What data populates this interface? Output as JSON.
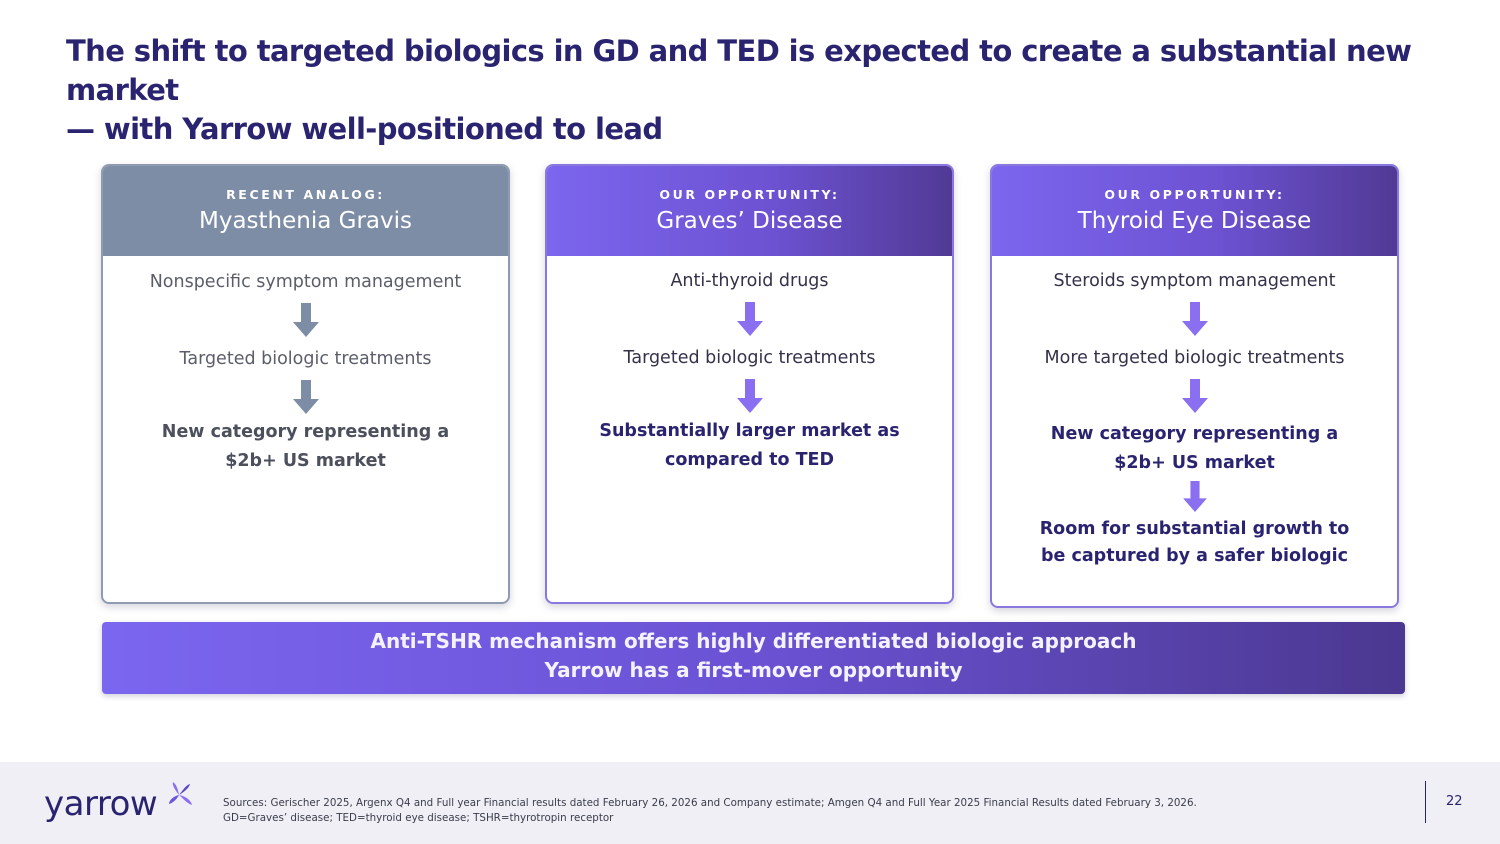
{
  "title": {
    "line1": "The shift to targeted biologics in GD and TED is expected to create a substantial new market",
    "line2": "— with Yarrow well-positioned to lead"
  },
  "cards": [
    {
      "eyebrow": "RECENT ANALOG:",
      "title": "Myasthenia Gravis",
      "steps": [
        "Nonspecific symptom management",
        "Targeted biologic treatments",
        "New category representing a $2b+ US market"
      ]
    },
    {
      "eyebrow": "OUR OPPORTUNITY:",
      "title": "Graves’ Disease",
      "steps": [
        "Anti-thyroid drugs",
        "Targeted biologic treatments",
        "Substantially larger market as compared to TED"
      ]
    },
    {
      "eyebrow": "OUR OPPORTUNITY:",
      "title": "Thyroid Eye Disease",
      "steps": [
        "Steroids symptom management",
        "More targeted biologic treatments",
        "New category representing a $2b+ US market",
        "Room  for substantial growth to be captured by a safer biologic"
      ]
    }
  ],
  "banner": {
    "line1": "Anti-TSHR mechanism offers highly differentiated biologic approach",
    "line2": "Yarrow has a first-mover opportunity"
  },
  "footer": {
    "logo_text": "yarrow",
    "sources_line1": "Sources: Gerischer 2025, Argenx Q4 and Full year Financial results dated February 26, 2026 and Company estimate; Amgen Q4 and Full Year 2025 Financial Results dated February 3, 2026.",
    "sources_line2": "GD=Graves’ disease; TED=thyroid eye disease; TSHR=thyrotropin receptor",
    "page_number": "22"
  },
  "colors": {
    "navy": "#2a2470",
    "gray_header": "#7e8da6",
    "purple_light": "#7c66ee",
    "purple_dark": "#503a95",
    "gray_arrow": "#7e8da6",
    "purple_arrow": "#8a6ff0"
  },
  "icons": {
    "arrow": "arrow-down-icon",
    "logo_mark": "yarrow-flower-icon"
  }
}
